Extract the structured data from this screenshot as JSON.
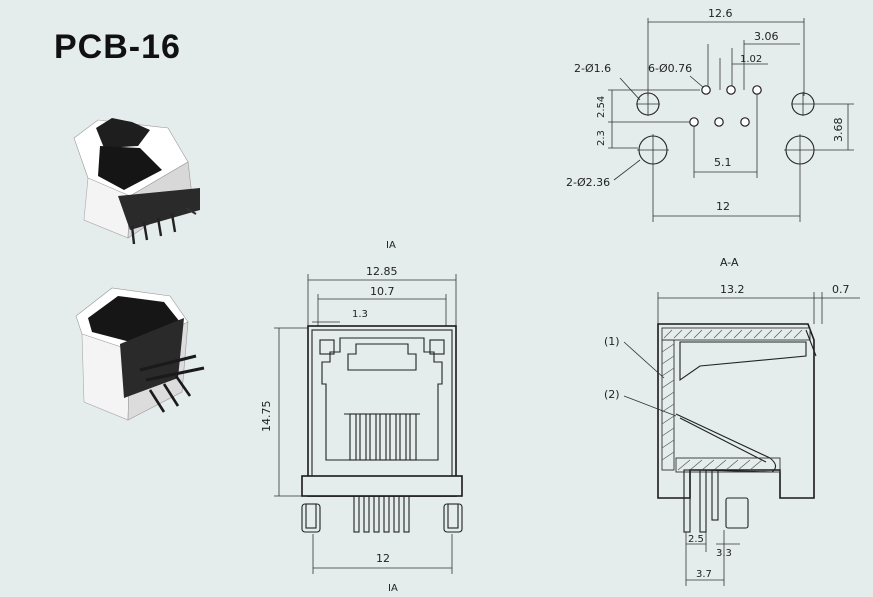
{
  "title": "PCB-16",
  "front_view": {
    "section_marker_top": "IA",
    "section_marker_bottom": "IA",
    "width_outer": "12.85",
    "width_inner": "10.7",
    "latch_width": "1.3",
    "height": "14.75",
    "pin_span": "12"
  },
  "footprint_view": {
    "overall_span": "12.6",
    "pin_offset": "3.06",
    "pin_pitch": "1.02",
    "mount_holes_small": "2-Ø1.6",
    "signal_holes": "6-Ø0.76",
    "mount_holes_large": "2-Ø2.36",
    "row_pitch_a": "2.54",
    "row_pitch_b": "2.3",
    "hole_height": "3.68",
    "row_width": "5.1",
    "bottom_span": "12",
    "section_label": "A-A"
  },
  "side_view": {
    "depth": "13.2",
    "offset": "0.7",
    "callout_1": "(1)",
    "callout_2": "(2)",
    "pin_spacing_a": "2.5",
    "pin_spacing_b": "3.3",
    "pin_spacing_c": "3.7"
  },
  "colors": {
    "background": "#e4ecec",
    "line": "#222222"
  },
  "icons": [
    "rj45-jack-photo-front",
    "rj45-jack-photo-rear"
  ]
}
